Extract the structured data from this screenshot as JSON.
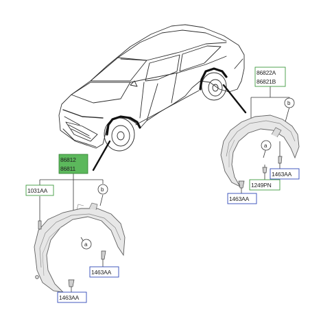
{
  "colors": {
    "box_blue": "#2f49b8",
    "box_green": "#3d9a3d",
    "box_fill_green": "#5cb85c",
    "line": "#333333",
    "part_fill": "#e9e9e9",
    "part_stroke": "#6a6a6a"
  },
  "vehicle": {
    "icon": "electric-crossover-car-outline"
  },
  "front_group": {
    "part_numbers": [
      "86812",
      "86811"
    ],
    "fastener_1": "1031AA",
    "fastener_2": "1463AA",
    "fastener_3": "1463AA",
    "callout_a": "a",
    "callout_b": "b"
  },
  "rear_group": {
    "part_numbers": [
      "86822A",
      "86821B"
    ],
    "fastener_1": "1463AA",
    "fastener_2": "1249PN",
    "fastener_3": "1463AA",
    "callout_a": "a",
    "callout_b": "b"
  }
}
